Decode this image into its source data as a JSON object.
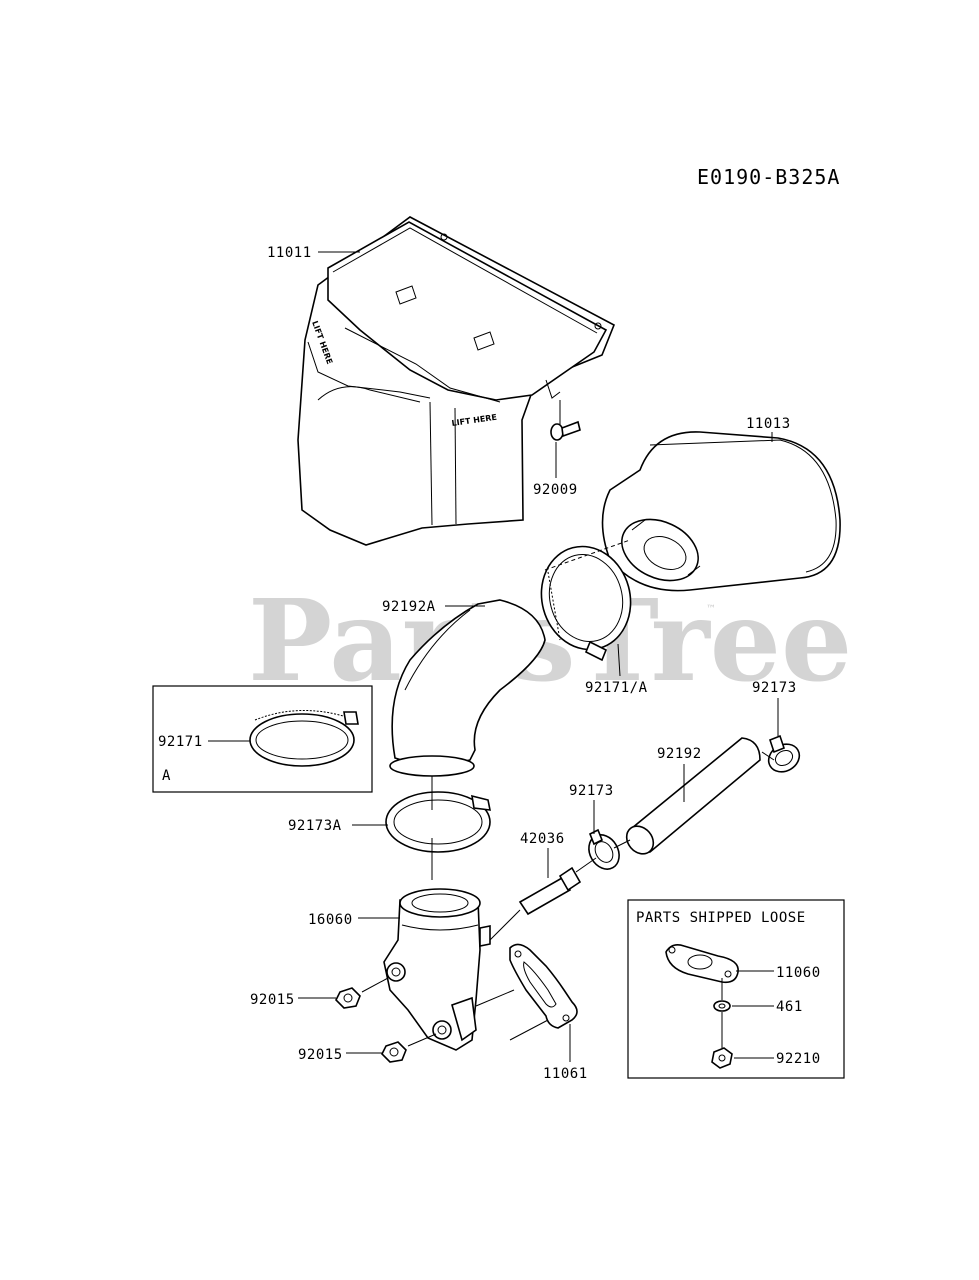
{
  "diagram_code": "E0190-B325A",
  "watermark": "PartsTree",
  "watermark_tm": "™",
  "embossed_text": [
    "LIFT HERE",
    "LIFT HERE"
  ],
  "inset_a": {
    "part": "92171",
    "letter": "A"
  },
  "loose_box": {
    "title": "PARTS SHIPPED LOOSE",
    "parts": [
      "11060",
      "461",
      "92210"
    ]
  },
  "callouts": [
    "11011",
    "92009",
    "11013",
    "92192A",
    "92171/A",
    "92173",
    "92192",
    "92173",
    "42036",
    "92173A",
    "16060",
    "92015",
    "92015",
    "11061"
  ]
}
